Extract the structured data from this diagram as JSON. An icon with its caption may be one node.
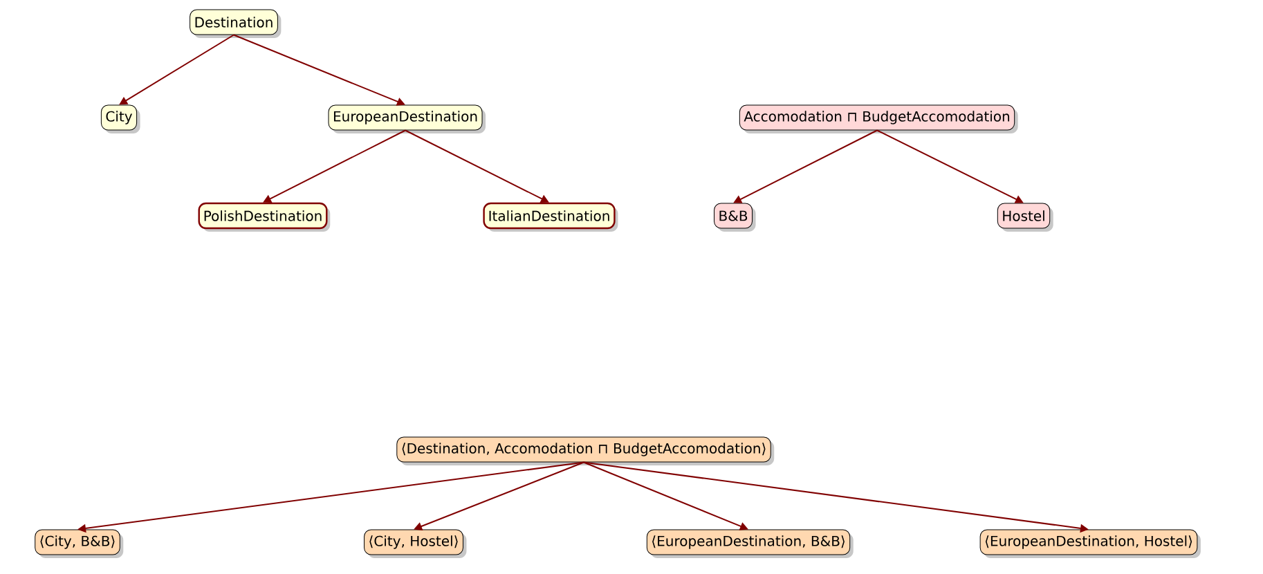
{
  "diagram": {
    "nodes": [
      {
        "text": [
          "Destination"
        ]
      },
      {
        "text": [
          "City"
        ]
      },
      {
        "text": [
          "EuropeanDestination"
        ]
      },
      {
        "text": [
          "PolishDestination"
        ]
      },
      {
        "text": [
          "ItalianDestination"
        ]
      },
      {
        "text": [
          "Accomodation ⊓ BudgetAccomodation"
        ]
      },
      {
        "text": [
          "B&B"
        ]
      },
      {
        "text": [
          "Hostel"
        ]
      },
      {
        "text": [
          "⟨Destination, Accomodation ⊓ BudgetAccomodation⟩"
        ]
      },
      {
        "text": [
          "⟨City, B&B⟩"
        ]
      },
      {
        "text": [
          "⟨City, Hostel⟩"
        ]
      },
      {
        "text": [
          "⟨EuropeanDestination, B&B⟩"
        ]
      },
      {
        "text": [
          "⟨EuropeanDestination, Hostel⟩"
        ]
      }
    ],
    "edges": [
      {
        "from": 0,
        "to": 1,
        "arrow": "to"
      },
      {
        "from": 0,
        "to": 2,
        "arrow": "to"
      },
      {
        "from": 2,
        "to": 3,
        "arrow": "to"
      },
      {
        "from": 2,
        "to": 4,
        "arrow": "to"
      },
      {
        "from": 5,
        "to": 6,
        "arrow": "to"
      },
      {
        "from": 5,
        "to": 7,
        "arrow": "to"
      },
      {
        "from": 8,
        "to": 9,
        "arrow": "to"
      },
      {
        "from": 8,
        "to": 10,
        "arrow": "to"
      },
      {
        "from": 8,
        "to": 11,
        "arrow": "to"
      },
      {
        "from": 8,
        "to": 12,
        "arrow": "to"
      }
    ]
  }
}
